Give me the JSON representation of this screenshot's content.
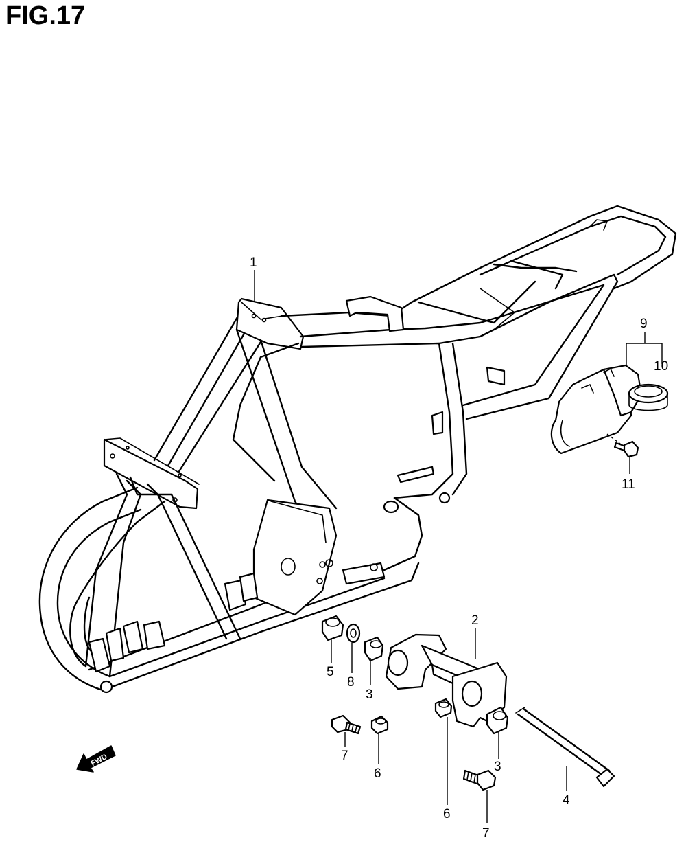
{
  "figure": {
    "title": "FIG.17"
  },
  "fwd_indicator": {
    "label": "FWD"
  },
  "callouts": [
    {
      "id": "1",
      "text": "1"
    },
    {
      "id": "2",
      "text": "2"
    },
    {
      "id": "3a",
      "text": "3"
    },
    {
      "id": "3b",
      "text": "3"
    },
    {
      "id": "4",
      "text": "4"
    },
    {
      "id": "5",
      "text": "5"
    },
    {
      "id": "6a",
      "text": "6"
    },
    {
      "id": "6b",
      "text": "6"
    },
    {
      "id": "7a",
      "text": "7"
    },
    {
      "id": "7b",
      "text": "7"
    },
    {
      "id": "8",
      "text": "8"
    },
    {
      "id": "9",
      "text": "9"
    },
    {
      "id": "10",
      "text": "10"
    },
    {
      "id": "11",
      "text": "11"
    }
  ]
}
